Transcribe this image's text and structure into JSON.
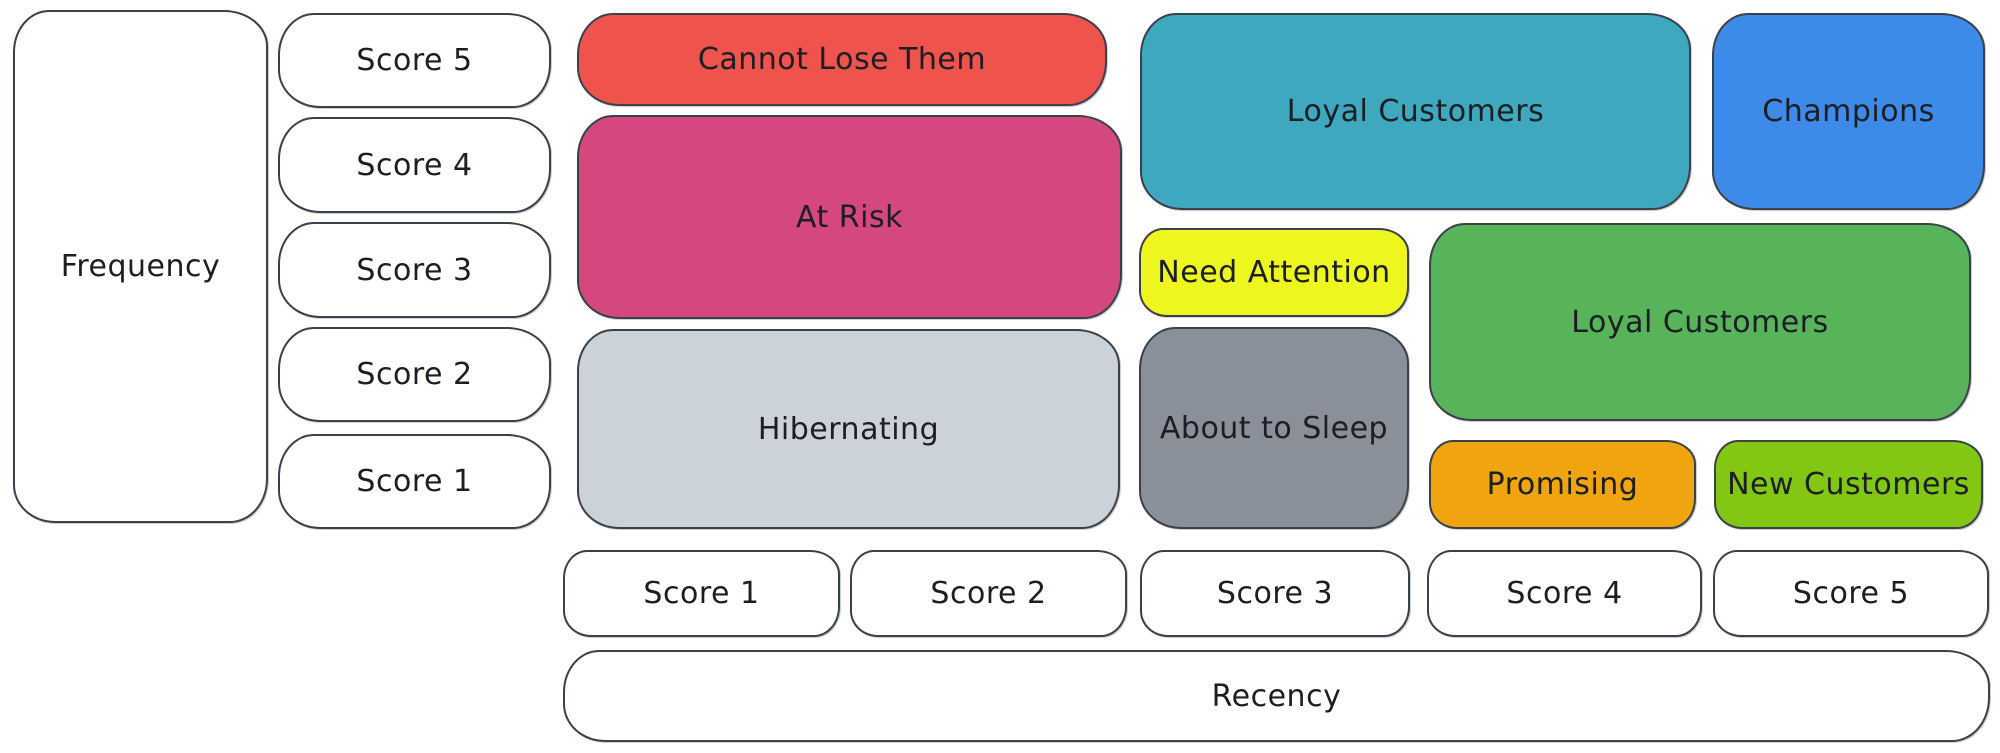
{
  "diagram": {
    "type": "rfm-customer-segmentation-matrix",
    "canvas_bg": "#ffffff",
    "stroke_color": "#3b4149",
    "text_color": "#1b1e22",
    "axes": {
      "frequency": {
        "label": "Frequency",
        "scores": [
          "Score 5",
          "Score 4",
          "Score 3",
          "Score 2",
          "Score 1"
        ]
      },
      "recency": {
        "label": "Recency",
        "scores": [
          "Score 1",
          "Score 2",
          "Score 3",
          "Score 4",
          "Score 5"
        ]
      }
    },
    "segments": [
      {
        "label": "Cannot Lose Them",
        "color": "#ef534e",
        "recency_scores": "1-2",
        "frequency_scores": "5"
      },
      {
        "label": "At Risk",
        "color": "#d4477f",
        "recency_scores": "1-2",
        "frequency_scores": "3-4"
      },
      {
        "label": "Hibernating",
        "color": "#ccd2d9",
        "recency_scores": "1-2",
        "frequency_scores": "1-2"
      },
      {
        "label": "Loyal Customers",
        "color": "#3ea8bf",
        "recency_scores": "3-4",
        "frequency_scores": "4-5"
      },
      {
        "label": "Champions",
        "color": "#3e8ae8",
        "recency_scores": "5",
        "frequency_scores": "4-5"
      },
      {
        "label": "Need Attention",
        "color": "#edf71d",
        "recency_scores": "3",
        "frequency_scores": "3"
      },
      {
        "label": "Loyal Customers",
        "color": "#58b45a",
        "recency_scores": "4-5",
        "frequency_scores": "2-3"
      },
      {
        "label": "About to Sleep",
        "color": "#8a9099",
        "recency_scores": "3",
        "frequency_scores": "1-2"
      },
      {
        "label": "Promising",
        "color": "#f0a50f",
        "recency_scores": "4",
        "frequency_scores": "1"
      },
      {
        "label": "New Customers",
        "color": "#82c714",
        "recency_scores": "5",
        "frequency_scores": "1"
      }
    ]
  }
}
